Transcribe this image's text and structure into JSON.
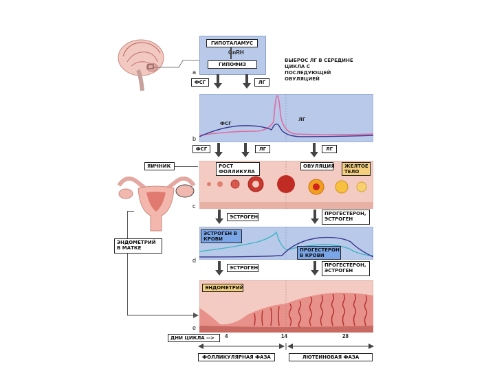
{
  "hypothalamus": {
    "label": "ГИПОТАЛАМУС",
    "hormone": "GnRH"
  },
  "pituitary": {
    "label": "ГИПОФИЗ"
  },
  "lh_peak_note": "ВЫБРОС ЛГ В СЕРЕДИНЕ ЦИКЛА С ПОСЛЕДУЮЩЕЙ ОВУЛЯЦИЕЙ",
  "panel_letters": [
    "a",
    "b",
    "c",
    "d",
    "e"
  ],
  "hormone_boxes": {
    "fsh": "ФСГ",
    "lh": "ЛГ"
  },
  "hormone_graph_labels": {
    "fsh": "ФСГ",
    "lh": "ЛГ"
  },
  "ovary": {
    "label": "ЯИЧНИК",
    "follicle_growth": "РОСТ ФОЛЛИКУЛА",
    "ovulation": "ОВУЛЯЦИЯ",
    "corpus_luteum": "ЖЕЛТОЕ ТЕЛО"
  },
  "estrogen_box_1": "ЭСТРОГЕН",
  "progesterone_box_1": "ПРОГЕСТЕРОН, ЭСТРОГЕН",
  "blood_labels": {
    "estrogen": "ЭСТРОГЕН В КРОВИ",
    "progesterone": "ПРОГЕСТЕРОН В КРОВИ"
  },
  "estrogen_box_2": "ЭСТРОГЕН",
  "progesterone_box_2": "ПРОГЕСТЕРОН, ЭСТРОГЕН",
  "uterus_label": "ЭНДОМЕТРИЙ В МАТКЕ",
  "endometrium_label": "ЭНДОМЕТРИЙ",
  "cycle_days_label": "ДНИ ЦИКЛА",
  "days": [
    "4",
    "14",
    "28"
  ],
  "phases": {
    "follicular": "ФОЛЛИКУЛЯРНАЯ ФАЗА",
    "luteal": "ЛЮТЕИНОВАЯ ФАЗА"
  },
  "colors": {
    "panel_blue": "#b9c9ea",
    "panel_pink": "#f3cbc2",
    "lh_curve": "#e06aa0",
    "fsh_curve": "#3b3a8e",
    "estrogen_curve": "#3fb5c4",
    "box_yellow": "#f4cf7e"
  }
}
